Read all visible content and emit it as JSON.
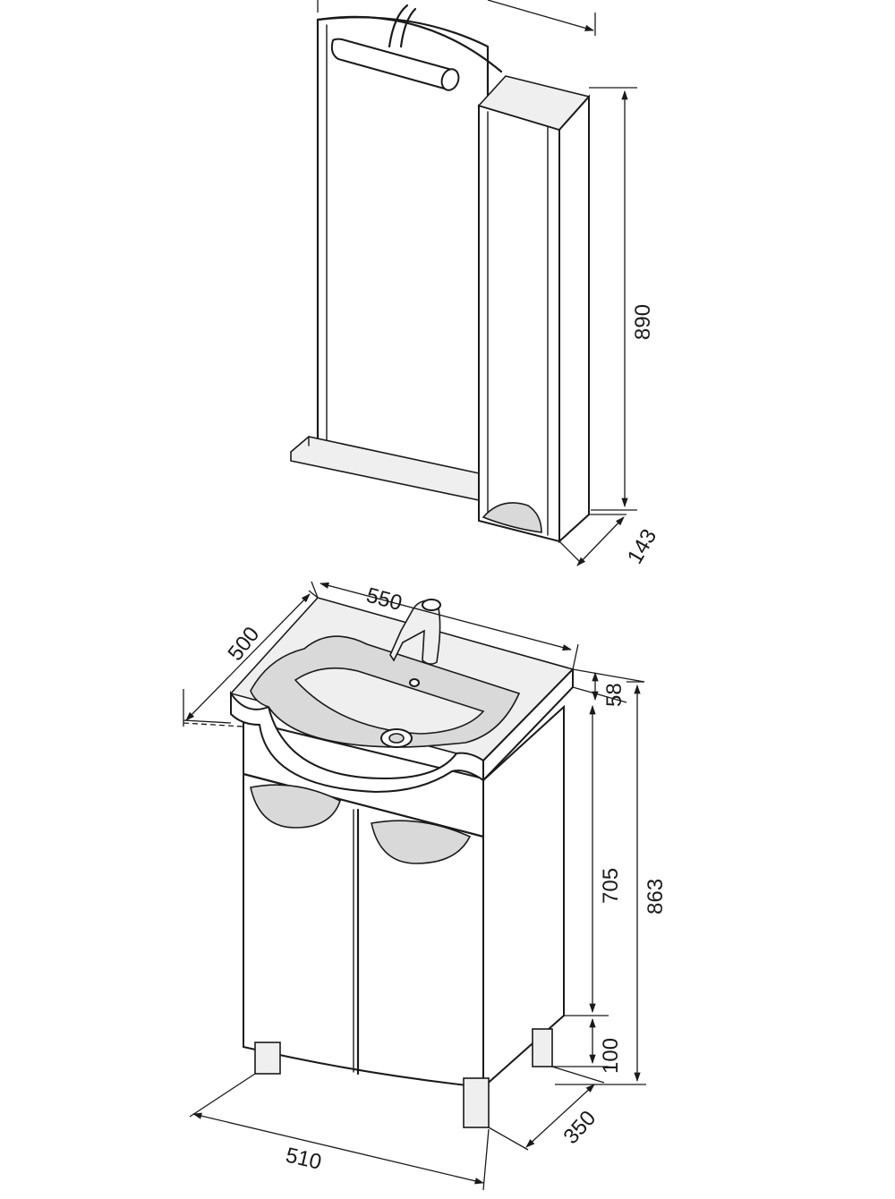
{
  "dimensions": {
    "mirror_height": "890",
    "mirror_depth": "143",
    "basin_width": "550",
    "basin_depth": "500",
    "basin_thickness": "58",
    "cabinet_height": "705",
    "total_height": "863",
    "leg_height": "100",
    "cabinet_depth": "350",
    "cabinet_width": "510"
  }
}
